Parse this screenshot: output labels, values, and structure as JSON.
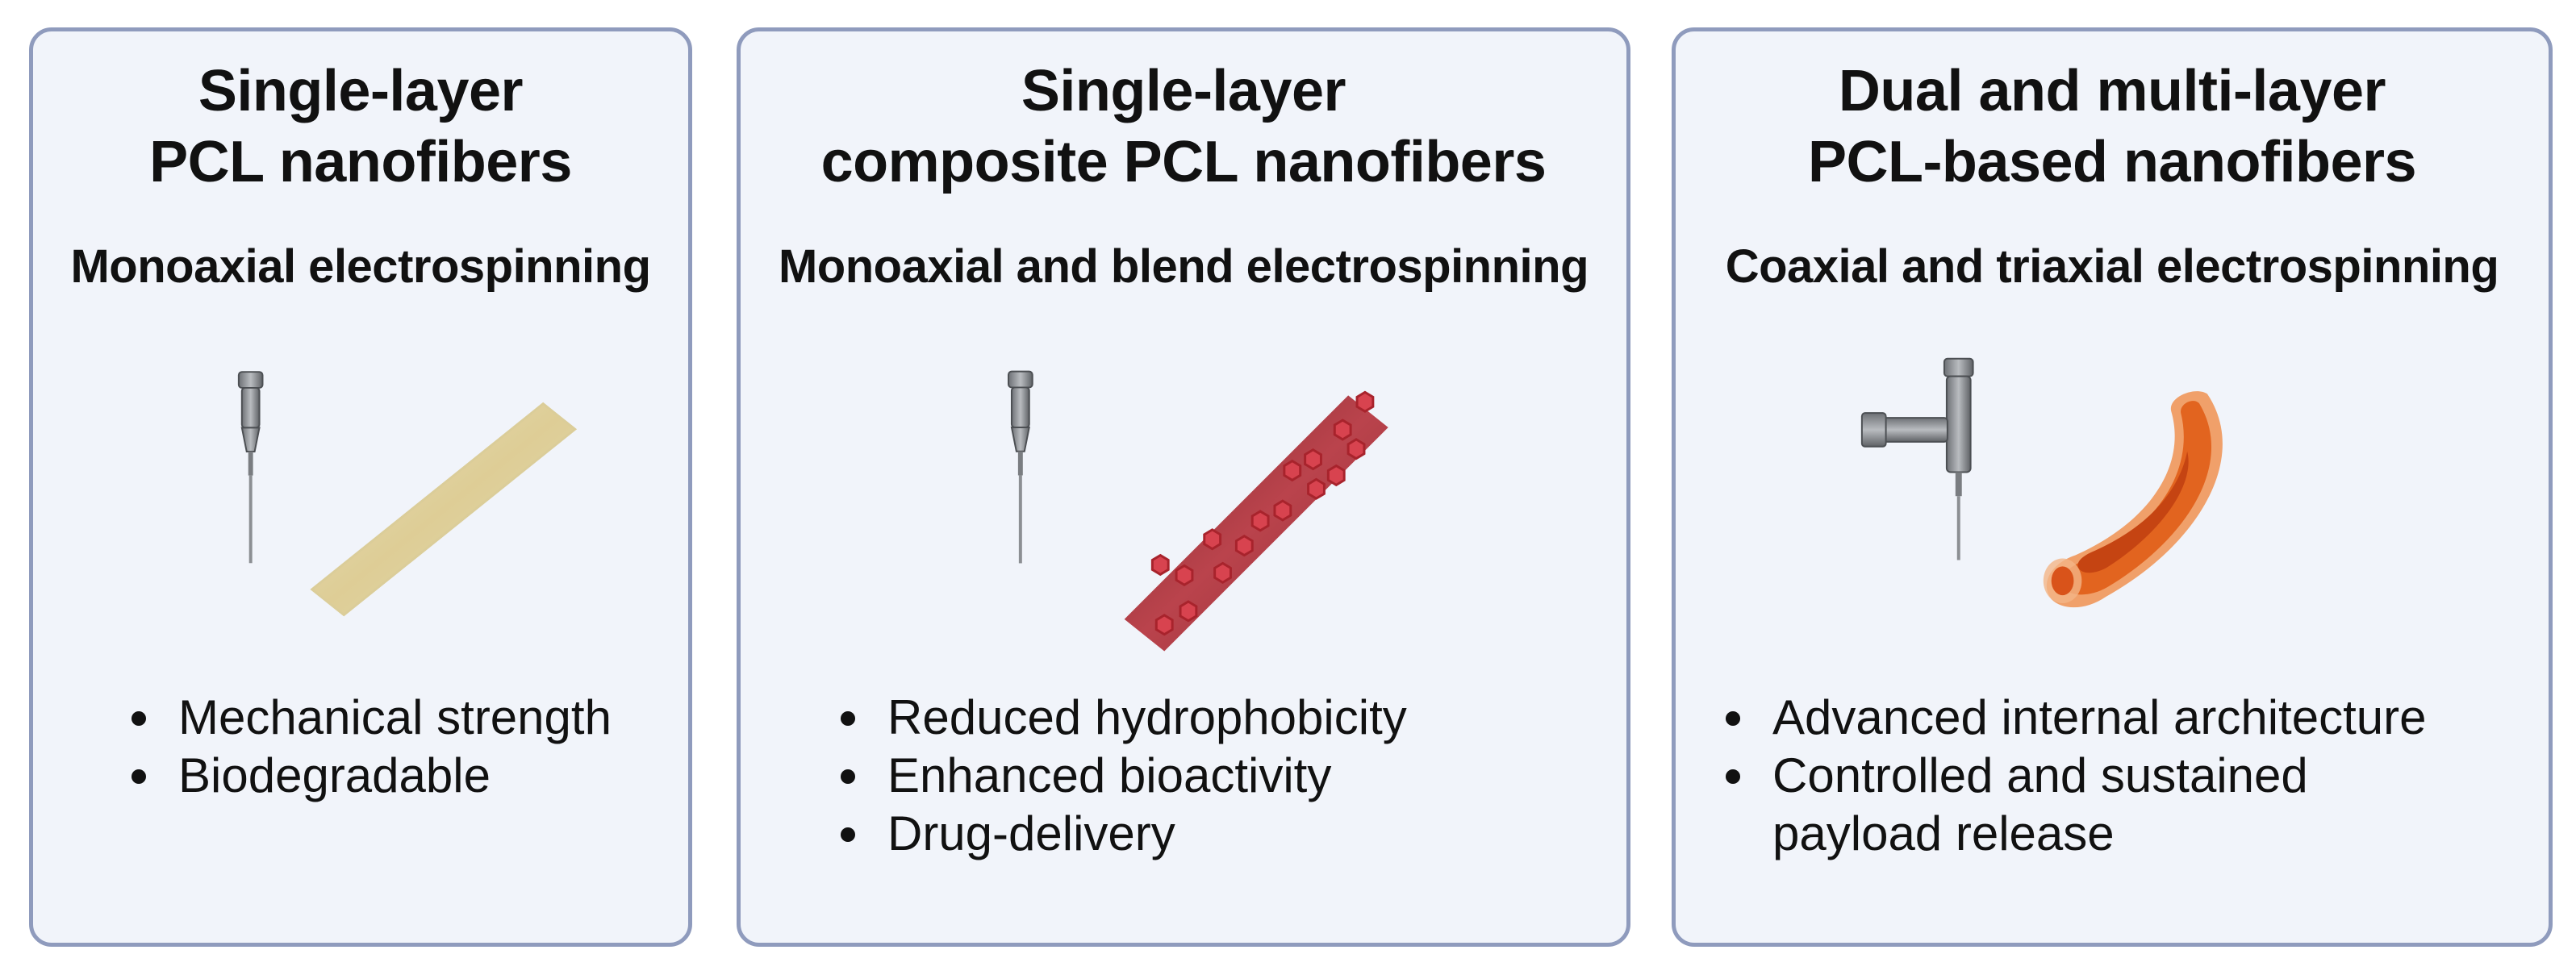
{
  "panels": [
    {
      "title_lines": [
        "Single-layer",
        "PCL nanofibers"
      ],
      "method": "Monoaxial electrospinning",
      "bullets": [
        "Mechanical strength",
        "Biodegradable"
      ]
    },
    {
      "title_lines": [
        "Single-layer",
        "composite PCL nanofibers"
      ],
      "method": "Monoaxial and blend electrospinning",
      "bullets": [
        "Reduced hydrophobicity",
        "Enhanced bioactivity",
        "Drug-delivery"
      ]
    },
    {
      "title_lines": [
        "Dual and multi-layer",
        "PCL-based nanofibers"
      ],
      "method": "Coaxial and triaxial electrospinning",
      "bullets": [
        "Advanced internal architecture",
        "Controlled and sustained payload release"
      ]
    }
  ],
  "colors": {
    "panel_border": "#8f9bbd",
    "panel_fill": "#f1f4fa",
    "fiber_plain": "#e3d29a",
    "fiber_composite": "#a52a33",
    "particle": "#d8434f",
    "fiber_core_shell": "#e2641f"
  },
  "icons": [
    "monoaxial-needle-icon",
    "coaxial-needle-icon"
  ]
}
